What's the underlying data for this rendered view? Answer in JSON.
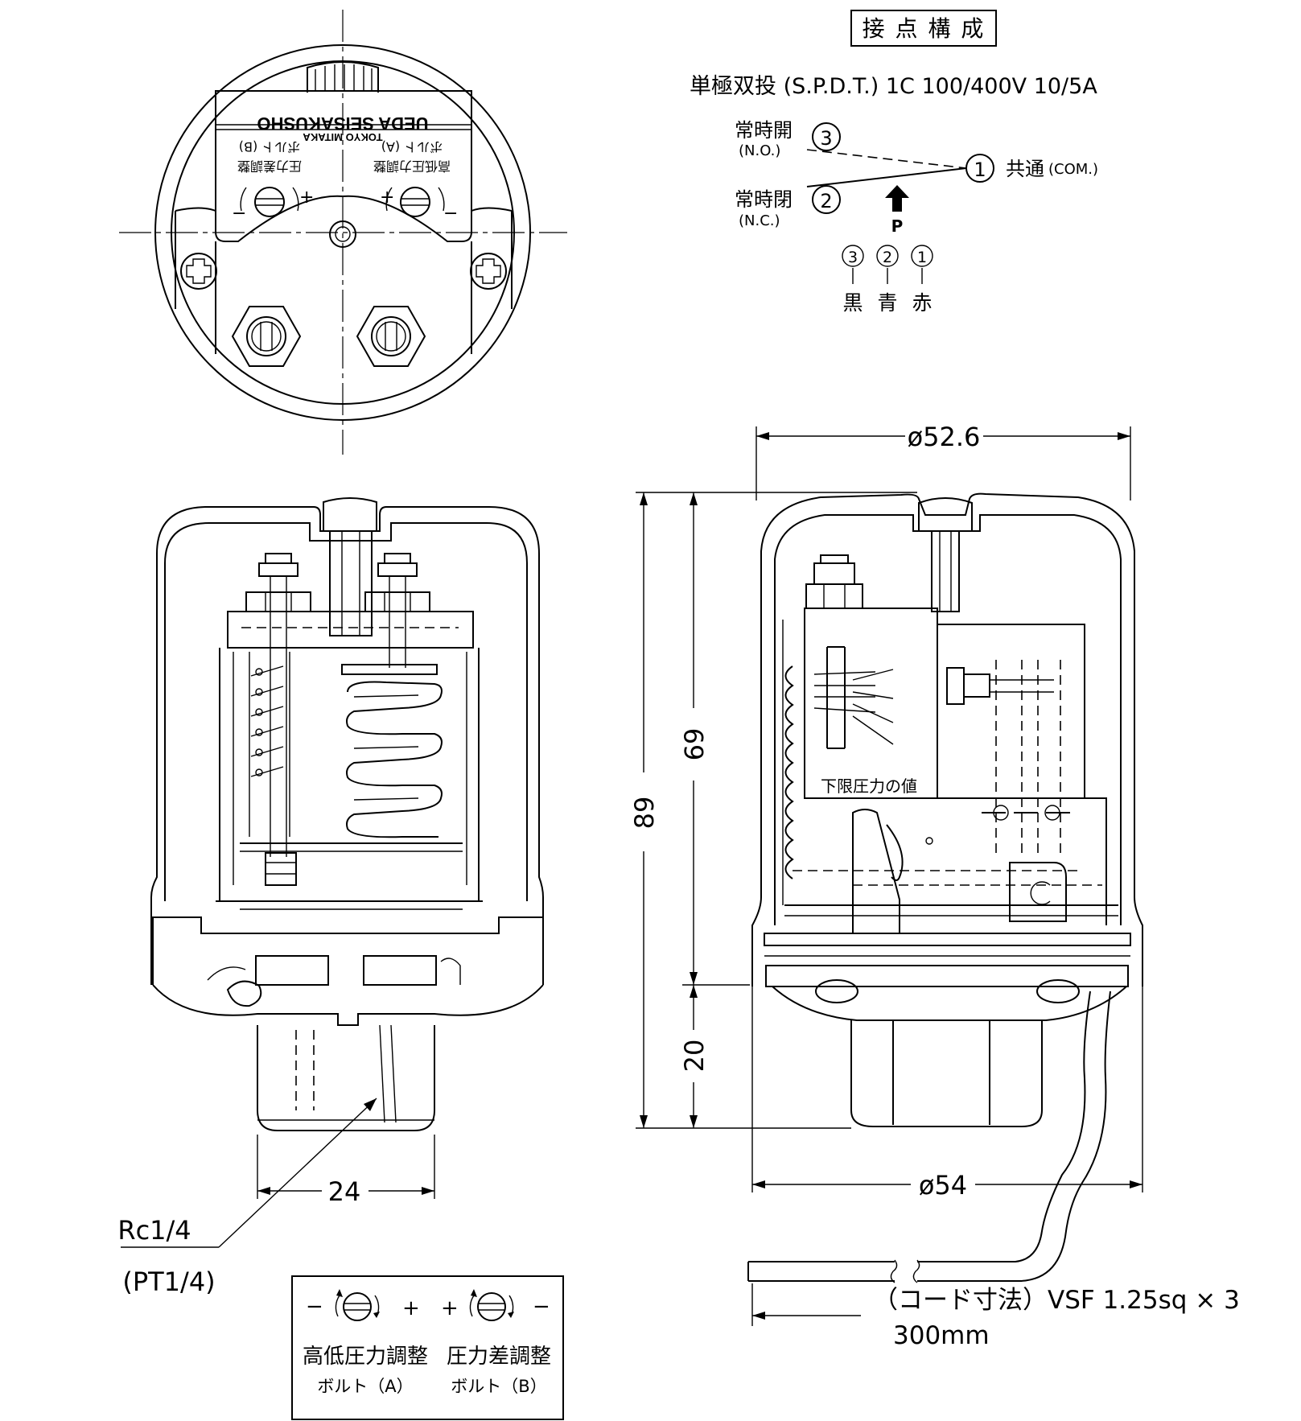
{
  "contact": {
    "title": "接 点 構 成",
    "spec": "単極双投 (S.P.D.T.) 1C 100/400V 10/5A",
    "no_label": "常時開",
    "no_sub": "(N.O.)",
    "nc_label": "常時閉",
    "nc_sub": "(N.C.)",
    "com_label": "共通",
    "com_sub": "(COM.)",
    "num_1": "1",
    "num_2": "2",
    "num_3": "3",
    "pressure_label": "P",
    "wire_black": "黒",
    "wire_blue": "青",
    "wire_red": "赤"
  },
  "top_view": {
    "brand_1": "UEDA SEISAKUSHO",
    "brand_2": "TOKYO MITAKA",
    "label_a_1": "高低圧力調整",
    "label_a_2": "ボルト (A)",
    "label_b_1": "圧力差調整",
    "label_b_2": "ボルト (B)",
    "plus": "+",
    "minus": "−"
  },
  "side_view": {
    "lower_limit_label": "下限圧力の値"
  },
  "dimensions": {
    "dia_top": "ø52.6",
    "height_total": "89",
    "height_body": "69",
    "height_base": "20",
    "width_hex": "24",
    "dia_bottom": "ø54",
    "thread_1": "Rc1/4",
    "thread_2": "(PT1/4)"
  },
  "cord": {
    "spec": "（コード寸法）VSF 1.25sq × 3",
    "length": "300mm"
  },
  "legend": {
    "minus": "−",
    "plus": "+",
    "label_a_1": "高低圧力調整",
    "label_a_2": "ボルト（A）",
    "label_b_1": "圧力差調整",
    "label_b_2": "ボルト（B）"
  }
}
